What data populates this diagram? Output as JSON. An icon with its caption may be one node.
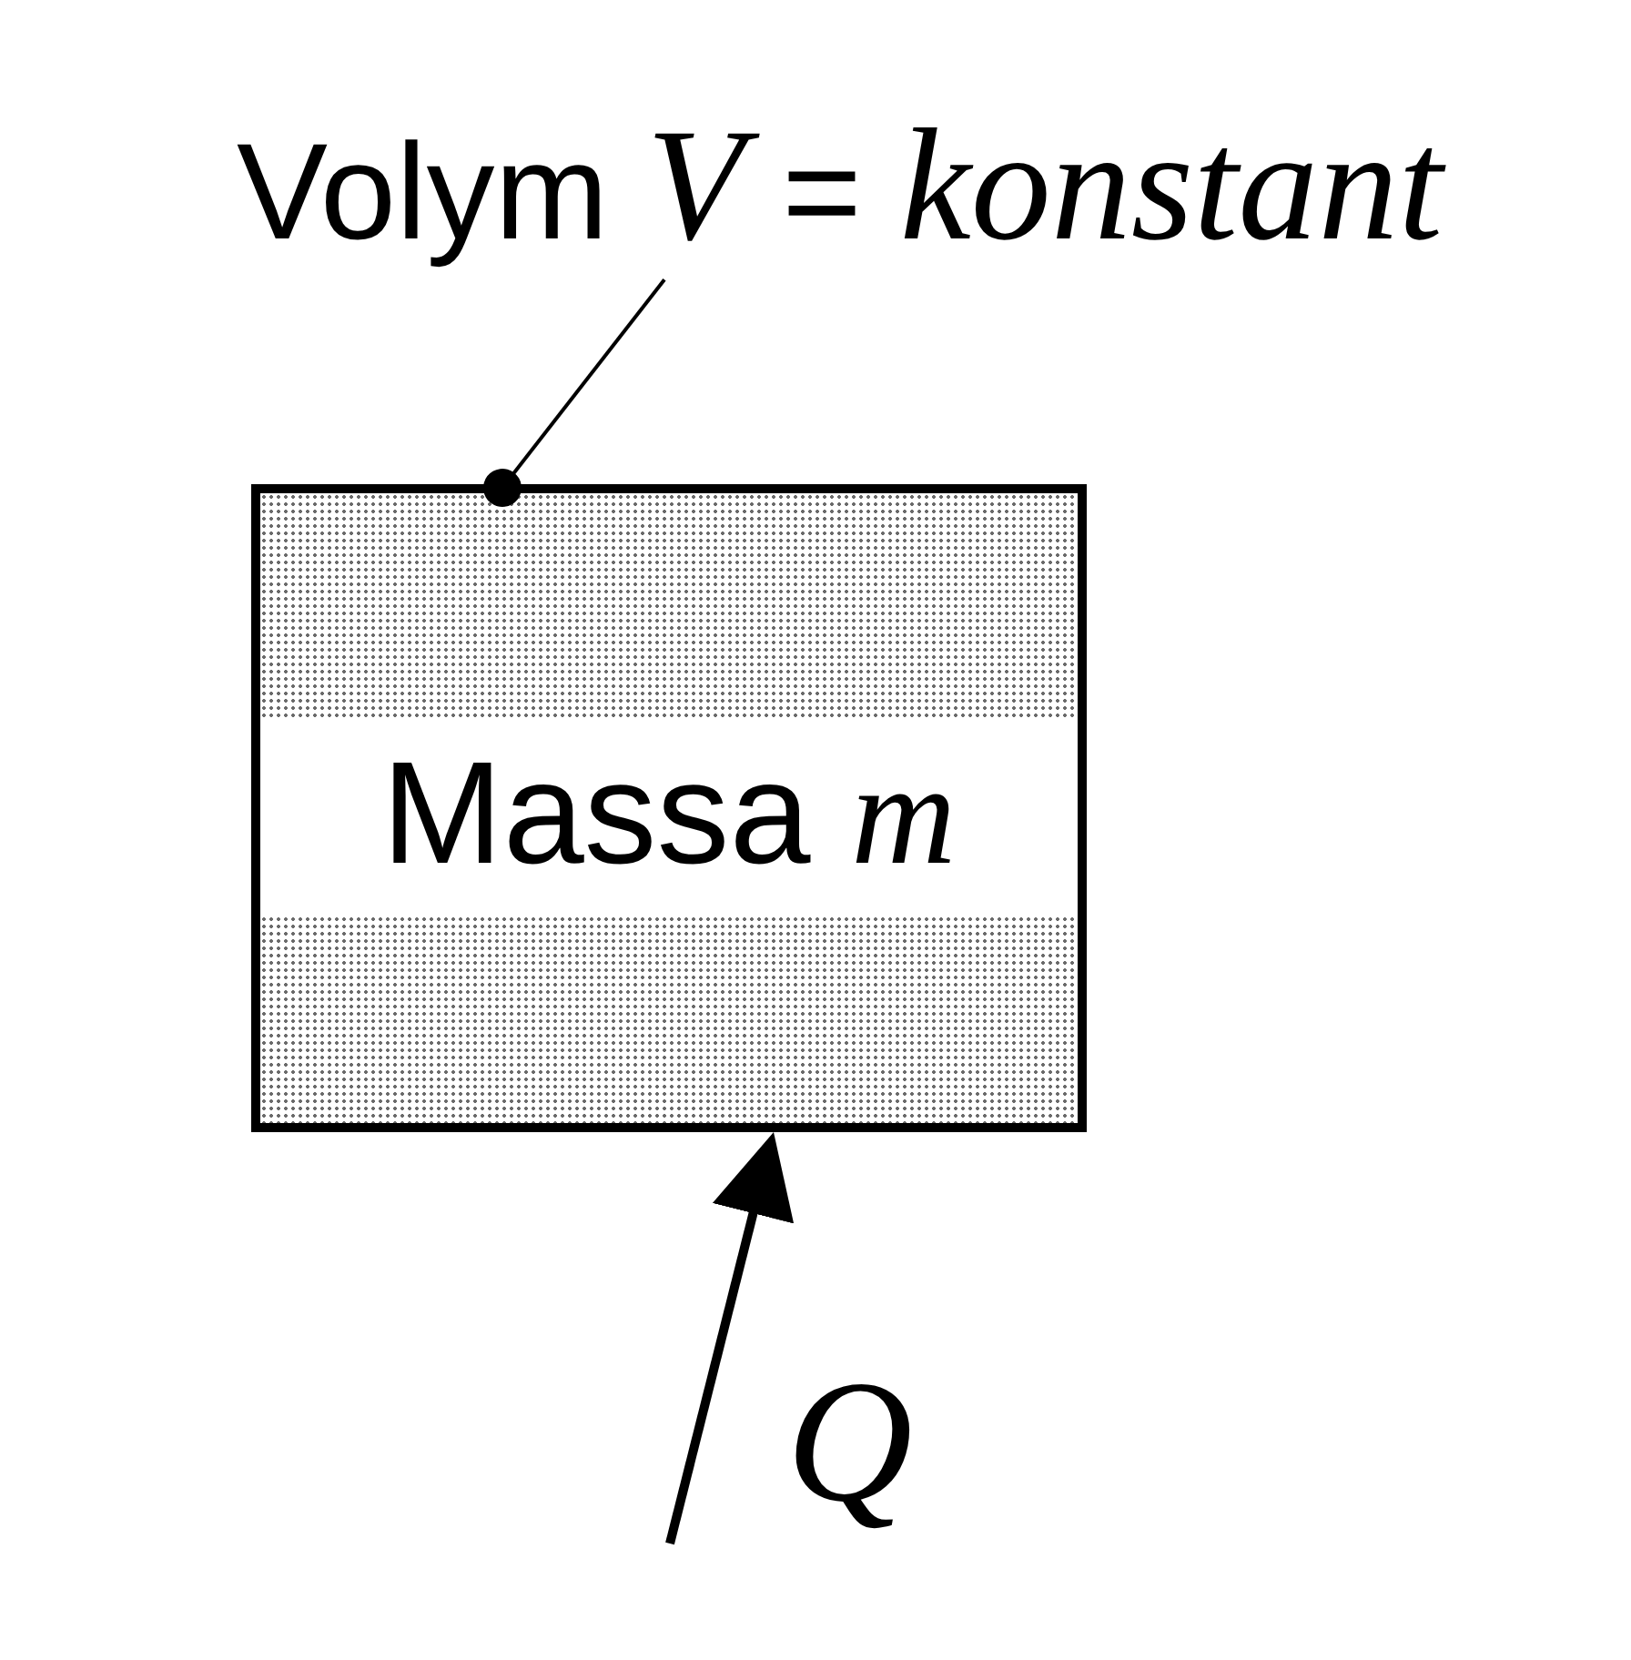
{
  "diagram": {
    "nodes": [
      {
        "text": [
          "Volym *V* = *konstant*"
        ]
      },
      {
        "text": [
          "Massa *m*"
        ]
      }
    ],
    "edges": [
      {
        "from": 0,
        "to": 1,
        "arrow": "other"
      },
      {
        "from": null,
        "to": 1,
        "arrow": "to",
        "label": "Q",
        "style": "thick"
      }
    ]
  }
}
